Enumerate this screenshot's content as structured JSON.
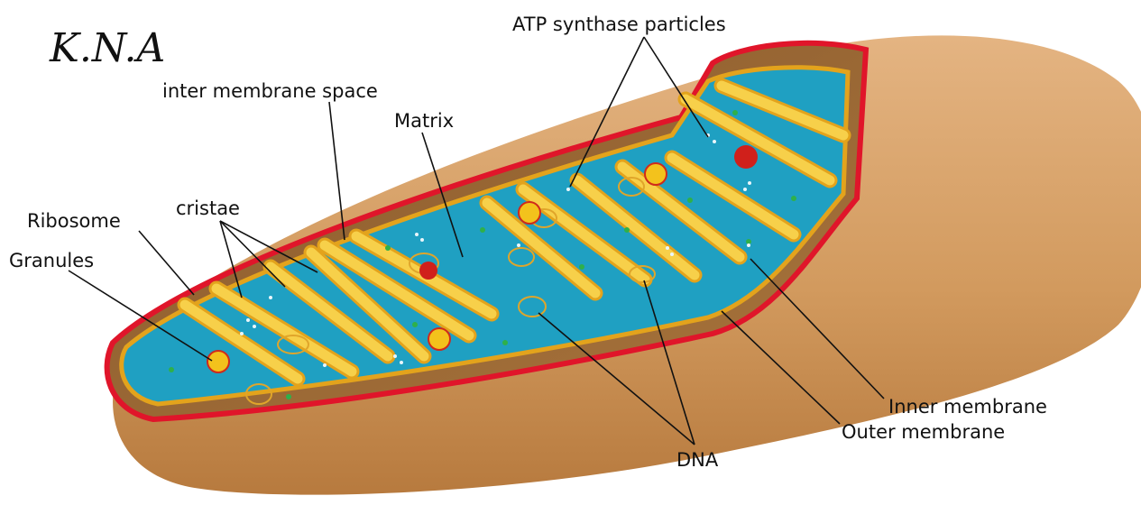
{
  "logo": "K.N.A",
  "colors": {
    "outer_membrane": "#d8a46e",
    "outer_membrane_shadow": "#b57a3f",
    "membrane_edge": "#e0152a",
    "intermembrane_space": "#9a6a36",
    "matrix": "#1fa0c2",
    "cristae": "#f7d04a",
    "ribosome": "#2fb04a",
    "granule": "#f3c21c"
  },
  "labels": {
    "atp_synthase": "ATP synthase particles",
    "inter_membrane_space": "inter membrane space",
    "matrix": "Matrix",
    "cristae": "cristae",
    "ribosome": "Ribosome",
    "granules": "Granules",
    "inner_membrane": "Inner membrane",
    "outer_membrane": "Outer membrane",
    "dna": "DNA"
  }
}
